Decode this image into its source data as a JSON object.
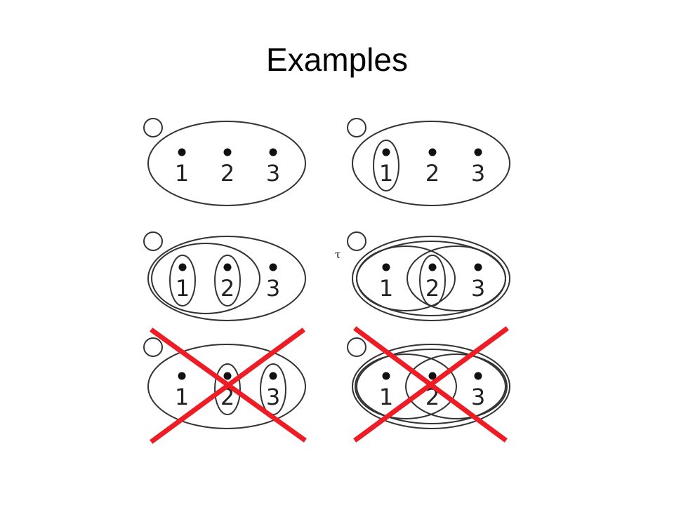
{
  "slide": {
    "title": "Examples",
    "stray_symbol": "τ"
  },
  "examples": [
    {
      "labels": [
        "1",
        "2",
        "3"
      ],
      "valid": true
    },
    {
      "labels": [
        "1",
        "2",
        "3"
      ],
      "valid": true
    },
    {
      "labels": [
        "1",
        "2",
        "3"
      ],
      "valid": true
    },
    {
      "labels": [
        "1",
        "2",
        "3"
      ],
      "valid": true
    },
    {
      "labels": [
        "1",
        "2",
        "3"
      ],
      "valid": false
    },
    {
      "labels": [
        "1",
        "2",
        "3"
      ],
      "valid": false
    }
  ],
  "colors": {
    "stroke": "#333333",
    "cross": "#ee1c25",
    "text": "#222222"
  }
}
